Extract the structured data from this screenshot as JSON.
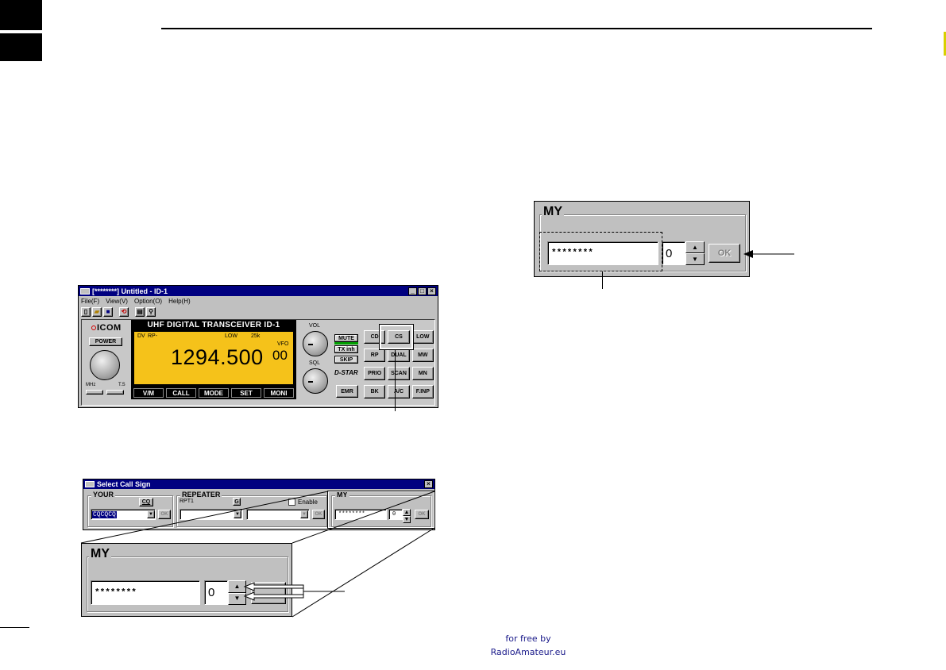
{
  "main_window": {
    "title": "[********] Untitled - ID-1",
    "menu": [
      "File(F)",
      "View(V)",
      "Option(O)",
      "Help(H)"
    ],
    "brand": "ICOM",
    "power_label": "POWER",
    "mhz_label": "MHz",
    "ts_label": "T.S",
    "lcd": {
      "header": "UHF DIGITAL TRANSCEIVER   ID-1",
      "mode": "DV",
      "rp": "RP-",
      "power": "LOW",
      "step": "25k",
      "vfo_label": "VFO",
      "vfo_value": "00",
      "frequency": "1294.500"
    },
    "softkeys": [
      "V/M",
      "CALL",
      "MODE",
      "SET",
      "MONI"
    ],
    "vol_label": "VOL",
    "sql_label": "SQL",
    "side_buttons": [
      "MUTE",
      "TX inh",
      "SKIP"
    ],
    "dstar_logo": "D-STAR",
    "emr_label": "EMR",
    "keypad": [
      [
        "CD",
        "CS",
        "LOW"
      ],
      [
        "RP",
        "DUAL",
        "MW"
      ],
      [
        "PRIO",
        "SCAN",
        "MN"
      ],
      [
        "BK",
        "A/C",
        "F.INP"
      ]
    ]
  },
  "callsign_dialog": {
    "title": "Select Call Sign",
    "close_glyph": "×",
    "your": {
      "label": "YOUR",
      "cq_button": "CQ",
      "value": "CQCQCQ",
      "ok": "OK"
    },
    "repeater": {
      "label": "REPEATER",
      "rpt1_label": "RPT1",
      "g_button": "G",
      "enable_label": "Enable",
      "ok": "OK"
    },
    "my": {
      "label": "MY",
      "value": "********",
      "spin_value": "0",
      "ok": "OK"
    }
  },
  "zoom_left": {
    "label": "MY",
    "value": "********",
    "spin_value": "0"
  },
  "zoom_right": {
    "label": "MY",
    "value": "********",
    "spin_value": "0",
    "ok": "OK"
  },
  "footer": {
    "line1": "for free by",
    "line2": "RadioAmateur.eu"
  },
  "colors": {
    "title_bar": "#000080",
    "lcd_background": "#f5c21a",
    "window_face": "#c0c0c0",
    "footer_text": "#1a1a8a"
  }
}
